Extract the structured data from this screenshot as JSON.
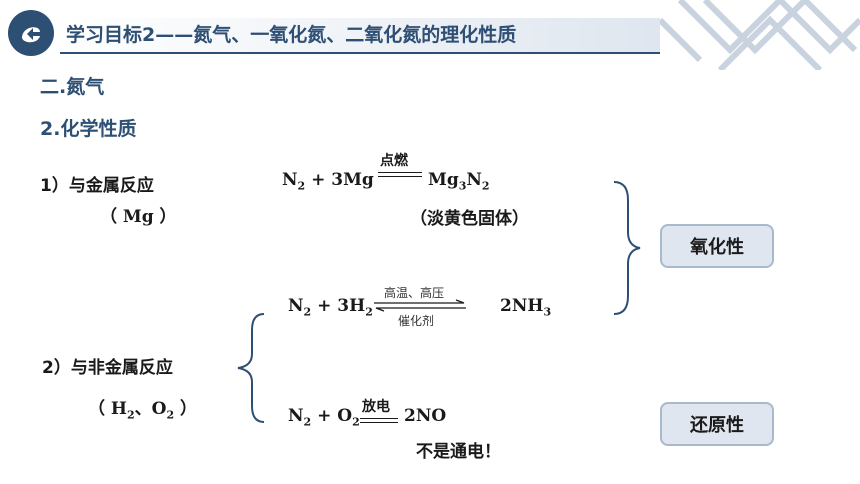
{
  "header": {
    "title": "学习目标2——氮气、一氧化氮、二氧化氮的理化性质"
  },
  "section": {
    "heading": "二.氮气",
    "subheading": "2.化学性质"
  },
  "metal": {
    "label": "1）与金属反应",
    "reactant_note": "（ Mg ）",
    "eq_left": "N2 + 3Mg",
    "condition": "点燃",
    "product": "Mg3N2",
    "product_note": "（淡黄色固体）"
  },
  "ammonia": {
    "eq_left": "N2 + 3H2",
    "condition_top": "高温、高压",
    "condition_bottom": "催化剂",
    "product": "2NH3"
  },
  "nonmetal": {
    "label": "2）与非金属反应",
    "reactant_note": "（ H2、O2 ）"
  },
  "no": {
    "eq_left": "N2 + O2",
    "condition": "放电",
    "product": "2NO",
    "note": "不是通电！"
  },
  "badges": {
    "oxidizing": "氧化性",
    "reducing": "还原性"
  },
  "colors": {
    "primary": "#2e4f74",
    "badge_bg": "#dfe6ef"
  }
}
